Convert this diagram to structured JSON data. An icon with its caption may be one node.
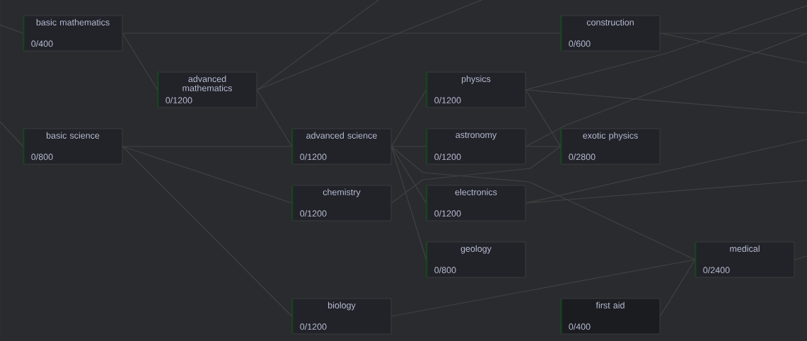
{
  "diagram": {
    "nodes": [
      {
        "text": [
          "basic mathematics",
          "0/400"
        ]
      },
      {
        "text": [
          "construction",
          "0/600"
        ]
      },
      {
        "text": [
          "advanced mathematics",
          "0/1200"
        ]
      },
      {
        "text": [
          "physics",
          "0/1200"
        ]
      },
      {
        "text": [
          "basic science",
          "0/800"
        ]
      },
      {
        "text": [
          "advanced science",
          "0/1200"
        ]
      },
      {
        "text": [
          "astronomy",
          "0/1200"
        ]
      },
      {
        "text": [
          "exotic physics",
          "0/2800"
        ]
      },
      {
        "text": [
          "chemistry",
          "0/1200"
        ]
      },
      {
        "text": [
          "electronics",
          "0/1200"
        ]
      },
      {
        "text": [
          "geology",
          "0/800"
        ]
      },
      {
        "text": [
          "medical",
          "0/2400"
        ]
      },
      {
        "text": [
          "biology",
          "0/1200"
        ]
      },
      {
        "text": [
          "first aid",
          "0/400"
        ]
      }
    ],
    "edges": [
      {
        "from": null,
        "to": 0,
        "arrow": "none"
      },
      {
        "from": null,
        "to": 4,
        "arrow": "none"
      },
      {
        "from": 0,
        "to": 1,
        "arrow": "none"
      },
      {
        "from": 0,
        "to": 2,
        "arrow": "none"
      },
      {
        "from": 2,
        "to": 5,
        "arrow": "none"
      },
      {
        "from": 2,
        "to": null,
        "arrow": "none"
      },
      {
        "from": 2,
        "to": null,
        "arrow": "none"
      },
      {
        "from": 4,
        "to": 5,
        "arrow": "none"
      },
      {
        "from": 4,
        "to": 8,
        "arrow": "none"
      },
      {
        "from": 4,
        "to": 12,
        "arrow": "none"
      },
      {
        "from": 5,
        "to": 3,
        "arrow": "none"
      },
      {
        "from": 5,
        "to": 6,
        "arrow": "none"
      },
      {
        "from": 5,
        "to": 9,
        "arrow": "none"
      },
      {
        "from": 5,
        "to": 10,
        "arrow": "none"
      },
      {
        "from": 5,
        "to": 11,
        "arrow": "none"
      },
      {
        "from": 8,
        "to": 7,
        "arrow": "none"
      },
      {
        "from": 3,
        "to": 7,
        "arrow": "none"
      },
      {
        "from": 3,
        "to": null,
        "arrow": "none"
      },
      {
        "from": 3,
        "to": null,
        "arrow": "none"
      },
      {
        "from": 6,
        "to": 7,
        "arrow": "none"
      },
      {
        "from": 6,
        "to": null,
        "arrow": "none"
      },
      {
        "from": 1,
        "to": null,
        "arrow": "none"
      },
      {
        "from": 1,
        "to": null,
        "arrow": "none"
      },
      {
        "from": 9,
        "to": null,
        "arrow": "none"
      },
      {
        "from": 9,
        "to": null,
        "arrow": "none"
      },
      {
        "from": 12,
        "to": 11,
        "arrow": "none"
      },
      {
        "from": 13,
        "to": 11,
        "arrow": "none"
      },
      {
        "from": 11,
        "to": null,
        "arrow": "none"
      }
    ]
  }
}
